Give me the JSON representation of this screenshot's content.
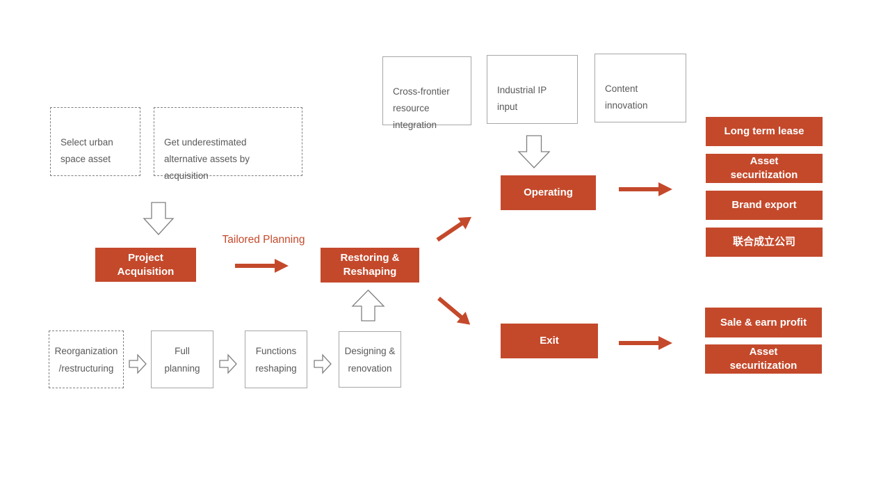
{
  "colors": {
    "accent": "#C4492B",
    "text_gray": "#595959",
    "border_gray": "#A6A6A6",
    "outline_gray": "#7F7F7F"
  },
  "icons": {
    "down_arrow": "hollow-down-block-arrow",
    "up_arrow": "hollow-up-block-arrow",
    "step_chevron": "hollow-right-block-arrow",
    "flow_arrow": "solid-red-right-arrow",
    "diagonal_up_arrow": "solid-red-up-right-arrow",
    "diagonal_down_arrow": "solid-red-down-right-arrow"
  },
  "acquisition_notes": {
    "items": [
      {
        "label": "Select urban\nspace asset"
      },
      {
        "label": "Get underestimated\nalternative assets by\nacquisition"
      }
    ]
  },
  "stage_inputs": {
    "items": [
      {
        "label": "Cross-frontier\nresource\nintegration"
      },
      {
        "label": "Industrial IP\ninput"
      },
      {
        "label": "Content\ninnovation"
      }
    ]
  },
  "flow": {
    "project_acquisition": "Project\nAcquisition",
    "tailored_planning": "Tailored Planning",
    "restoring_reshaping": "Restoring &\nReshaping",
    "operating": "Operating",
    "exit": "Exit"
  },
  "renovation_steps": {
    "items": [
      {
        "label": "Reorganization\n/restructuring"
      },
      {
        "label": "Full\nplanning"
      },
      {
        "label": "Functions\nreshaping"
      },
      {
        "label": "Designing &\nrenovation"
      }
    ]
  },
  "operating_outcomes": {
    "items": [
      {
        "label": "Long term lease"
      },
      {
        "label": "Asset\nsecuritization"
      },
      {
        "label": "Brand export"
      },
      {
        "label": "联合成立公司"
      }
    ]
  },
  "exit_outcomes": {
    "items": [
      {
        "label": "Sale & earn profit"
      },
      {
        "label": "Asset\nsecuritization"
      }
    ]
  }
}
